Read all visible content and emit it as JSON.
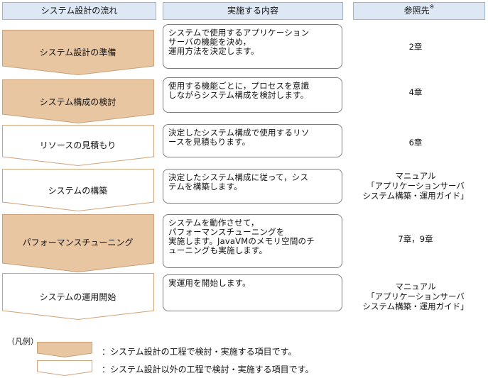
{
  "headers": {
    "flow": "システム設計の流れ",
    "content": "実施する内容",
    "reference": "参照先",
    "reference_mark": "※"
  },
  "colors": {
    "tan_fill": "#e9c6a2",
    "tan_stroke": "#c9a07a",
    "white_fill": "#ffffff",
    "white_stroke": "#d0a37a",
    "header_fill": "#dde8f4"
  },
  "steps": [
    {
      "label": "システム設計の準備",
      "style": "tan",
      "content": "システムで使用するアプリケーション\nサーバの機能を決め，\n運用方法を決定します。",
      "reference": "2章"
    },
    {
      "label": "システム構成の検討",
      "style": "tan",
      "content": "使用する機能ごとに，プロセスを意識\nしながらシステム構成を検討します。",
      "reference": "4章"
    },
    {
      "label": "リソースの見積もり",
      "style": "white",
      "content": "決定したシステム構成で使用するリソ\nースを見積もります。",
      "reference": "6章"
    },
    {
      "label": "システムの構築",
      "style": "white",
      "content": "決定したシステム構成に従って，シス\nテムを構築します。",
      "reference": "マニュアル\n「アプリケーションサーバ\nシステム構築・運用ガイド」"
    },
    {
      "label": "パフォーマンスチューニング",
      "style": "tan",
      "content": "システムを動作させて，\nパフォーマンスチューニングを\n実施します。JavaVMのメモリ空間のチ\nューニングも実施します。",
      "reference": "7章，9章"
    },
    {
      "label": "システムの運用開始",
      "style": "white",
      "content": "実運用を開始します。",
      "reference": "マニュアル\n「アプリケーションサーバ\nシステム構築・運用ガイド」"
    }
  ],
  "legend": {
    "title": "（凡例）",
    "tan_text": "：システム設計の工程で検討・実施する項目です。",
    "white_text": "：システム設計以外の工程で検討・実施する項目です。"
  }
}
